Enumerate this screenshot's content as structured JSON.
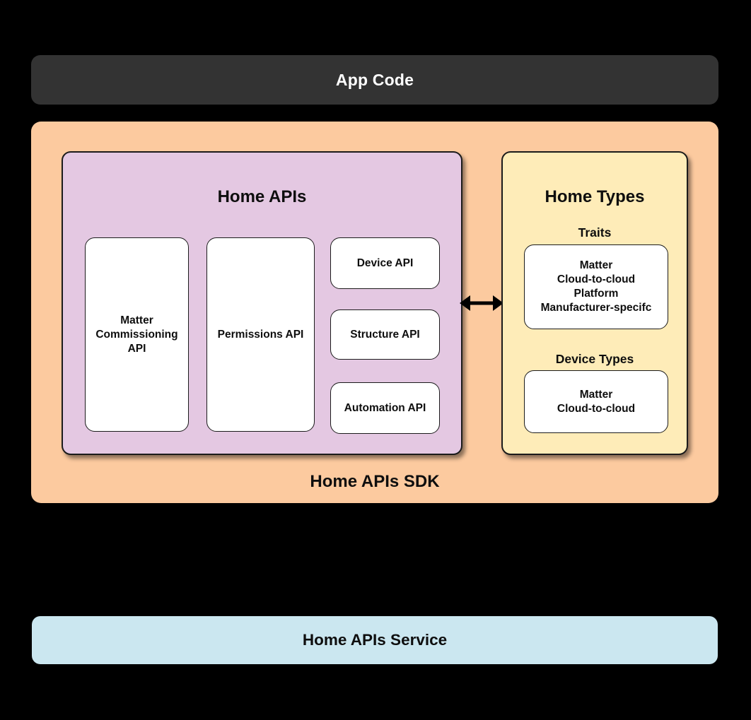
{
  "app_code": {
    "label": "App Code"
  },
  "sdk": {
    "label": "Home APIs SDK",
    "home_apis": {
      "title": "Home APIs",
      "matter_commissioning_api": "Matter\nCommissioning\nAPI",
      "permissions_api": "Permissions API",
      "device_api": "Device API",
      "structure_api": "Structure API",
      "automation_api": "Automation API"
    },
    "home_types": {
      "title": "Home Types",
      "traits_heading": "Traits",
      "traits_items": "Matter\nCloud-to-cloud\nPlatform\nManufacturer-specifc",
      "device_types_heading": "Device Types",
      "device_types_items": "Matter\nCloud-to-cloud"
    }
  },
  "service": {
    "label": "Home APIs Service"
  },
  "colors": {
    "background": "#000000",
    "app_code_bg": "#333333",
    "app_code_text": "#ffffff",
    "sdk_bg": "#fcca9f",
    "home_apis_bg": "#e4c8e2",
    "home_types_bg": "#feecb8",
    "card_bg": "#ffffff",
    "card_border": "#1b1b1b",
    "service_bg": "#cbe7f0",
    "dark_text": "#0e0e0e",
    "arrow": "#000000"
  }
}
